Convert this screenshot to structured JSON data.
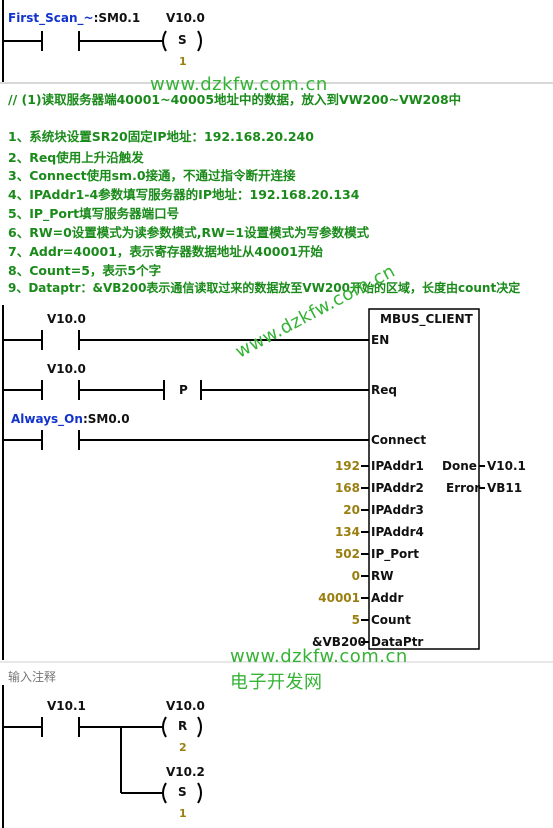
{
  "network1": {
    "contact_label_sym": "First_Scan_~",
    "contact_label_addr": ":SM0.1",
    "coil_addr": "V10.0",
    "coil_type": "S",
    "coil_count": "1"
  },
  "watermark": {
    "url": "www.dzkfw.com.cn",
    "name": "电子开发网"
  },
  "comments": {
    "title": "//  (1)读取服务器端40001~40005地址中的数据，放入到VW200~VW208中",
    "lines": [
      "1、系统块设置SR20固定IP地址：192.168.20.240",
      "2、Req使用上升沿触发",
      "3、Connect使用sm.0接通，不通过指令断开连接",
      "4、IPAddr1-4参数填写服务器的IP地址：192.168.20.134",
      "5、IP_Port填写服务器端口号",
      "6、RW=0设置模式为读参数模式,RW=1设置模式为写参数模式",
      "7、Addr=40001，表示寄存器数据地址从40001开始",
      "8、Count=5，表示5个字",
      "9、Dataptr：&VB200表示通信读取过来的数据放至VW200开始的区域，长度由count决定"
    ]
  },
  "network2": {
    "en_contact_addr": "V10.0",
    "req_contact_addr": "V10.0",
    "p_label": "P",
    "always_on_sym": "Always_On",
    "always_on_addr": ":SM0.0",
    "block_title": "MBUS_CLIENT",
    "inputs": [
      {
        "pin": "EN",
        "value": ""
      },
      {
        "pin": "Req",
        "value": ""
      },
      {
        "pin": "Connect",
        "value": ""
      },
      {
        "pin": "IPAddr1",
        "value": "192"
      },
      {
        "pin": "IPAddr2",
        "value": "168"
      },
      {
        "pin": "IPAddr3",
        "value": "20"
      },
      {
        "pin": "IPAddr4",
        "value": "134"
      },
      {
        "pin": "IP_Port",
        "value": "502"
      },
      {
        "pin": "RW",
        "value": "0"
      },
      {
        "pin": "Addr",
        "value": "40001"
      },
      {
        "pin": "Count",
        "value": "5"
      },
      {
        "pin": "DataPtr",
        "value": "&VB200"
      }
    ],
    "outputs": [
      {
        "pin": "Done",
        "value": "V10.1"
      },
      {
        "pin": "Error",
        "value": "VB11"
      }
    ]
  },
  "network3": {
    "comment_placeholder": "输入注释",
    "contact_addr": "V10.1",
    "coil1_addr": "V10.0",
    "coil1_type": "R",
    "coil1_count": "2",
    "coil2_addr": "V10.2",
    "coil2_type": "S",
    "coil2_count": "1"
  },
  "colors": {
    "comment_green": "#1a8a1a",
    "symbol_blue": "#1133cc",
    "value_olive": "#9a7f10",
    "watermark_green": "#35b335"
  }
}
